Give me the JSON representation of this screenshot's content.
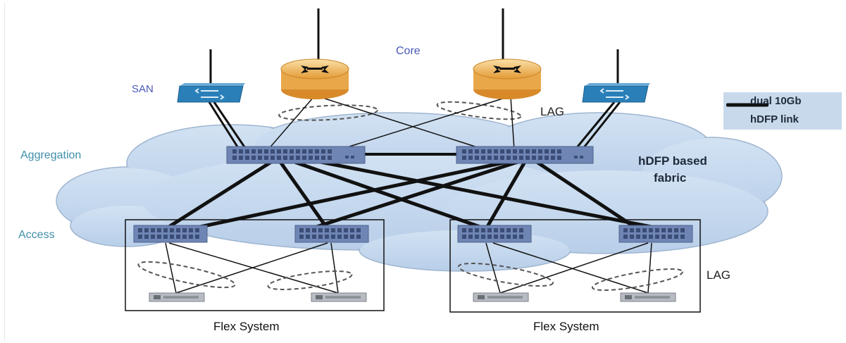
{
  "labels": {
    "core": "Core",
    "san": "SAN",
    "aggregation": "Aggregation",
    "access": "Access",
    "lag_top": "LAG",
    "lag_bottom": "LAG",
    "fabric_line1": "hDFP based",
    "fabric_line2": "fabric",
    "flex_left": "Flex System",
    "flex_right": "Flex System"
  },
  "legend": {
    "line1": "dual 10Gb",
    "line2": "hDFP link"
  },
  "colors": {
    "cloud": "#c5d8ee",
    "cloud_outline": "#9fb5cf",
    "switch": "#6f86b5",
    "switch_port": "#3b4d76",
    "router": "#e8a84a",
    "san_switch": "#2a7fb8",
    "link": "#111111",
    "lag_ellipse": "#555555",
    "tier_label": "#3f8faa",
    "legend_bg": "#c8d9ec"
  },
  "icons": {
    "core_router": "router-icon",
    "san_switch": "san-switch-icon",
    "aggregation_switch": "aggregation-switch-icon",
    "access_switch": "access-switch-icon",
    "server": "server-icon"
  }
}
